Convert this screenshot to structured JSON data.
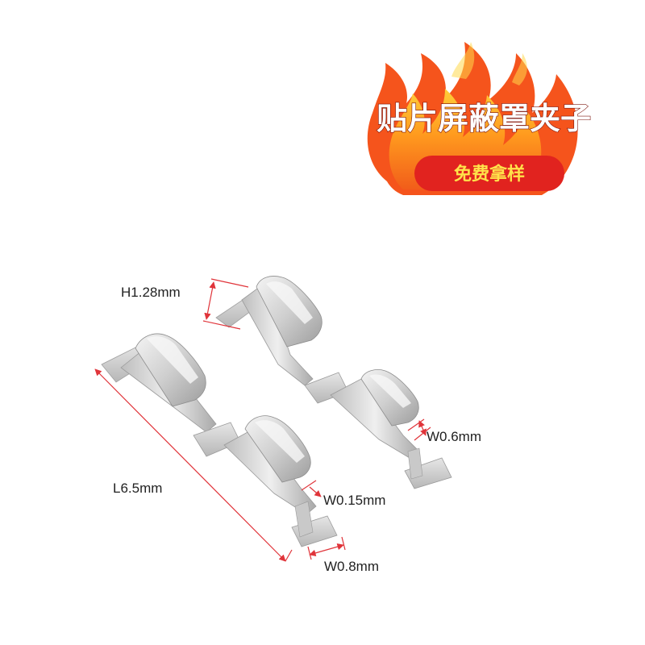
{
  "badge": {
    "title": "贴片屏蔽罩夹子",
    "subtitle": "免费拿样"
  },
  "dimensions": {
    "height": "H1.28mm",
    "length": "L6.5mm",
    "width_top": "W0.6mm",
    "thickness": "W0.15mm",
    "width_bottom": "W0.8mm"
  },
  "colors": {
    "flame_outer": "#f5541c",
    "flame_inner": "#ffb21f",
    "pill": "#e1231f",
    "pill_text": "#ffe24a",
    "dimension_line": "#e0343a",
    "metal": "#d9d9d9"
  },
  "icons": [
    "flame-icon"
  ]
}
